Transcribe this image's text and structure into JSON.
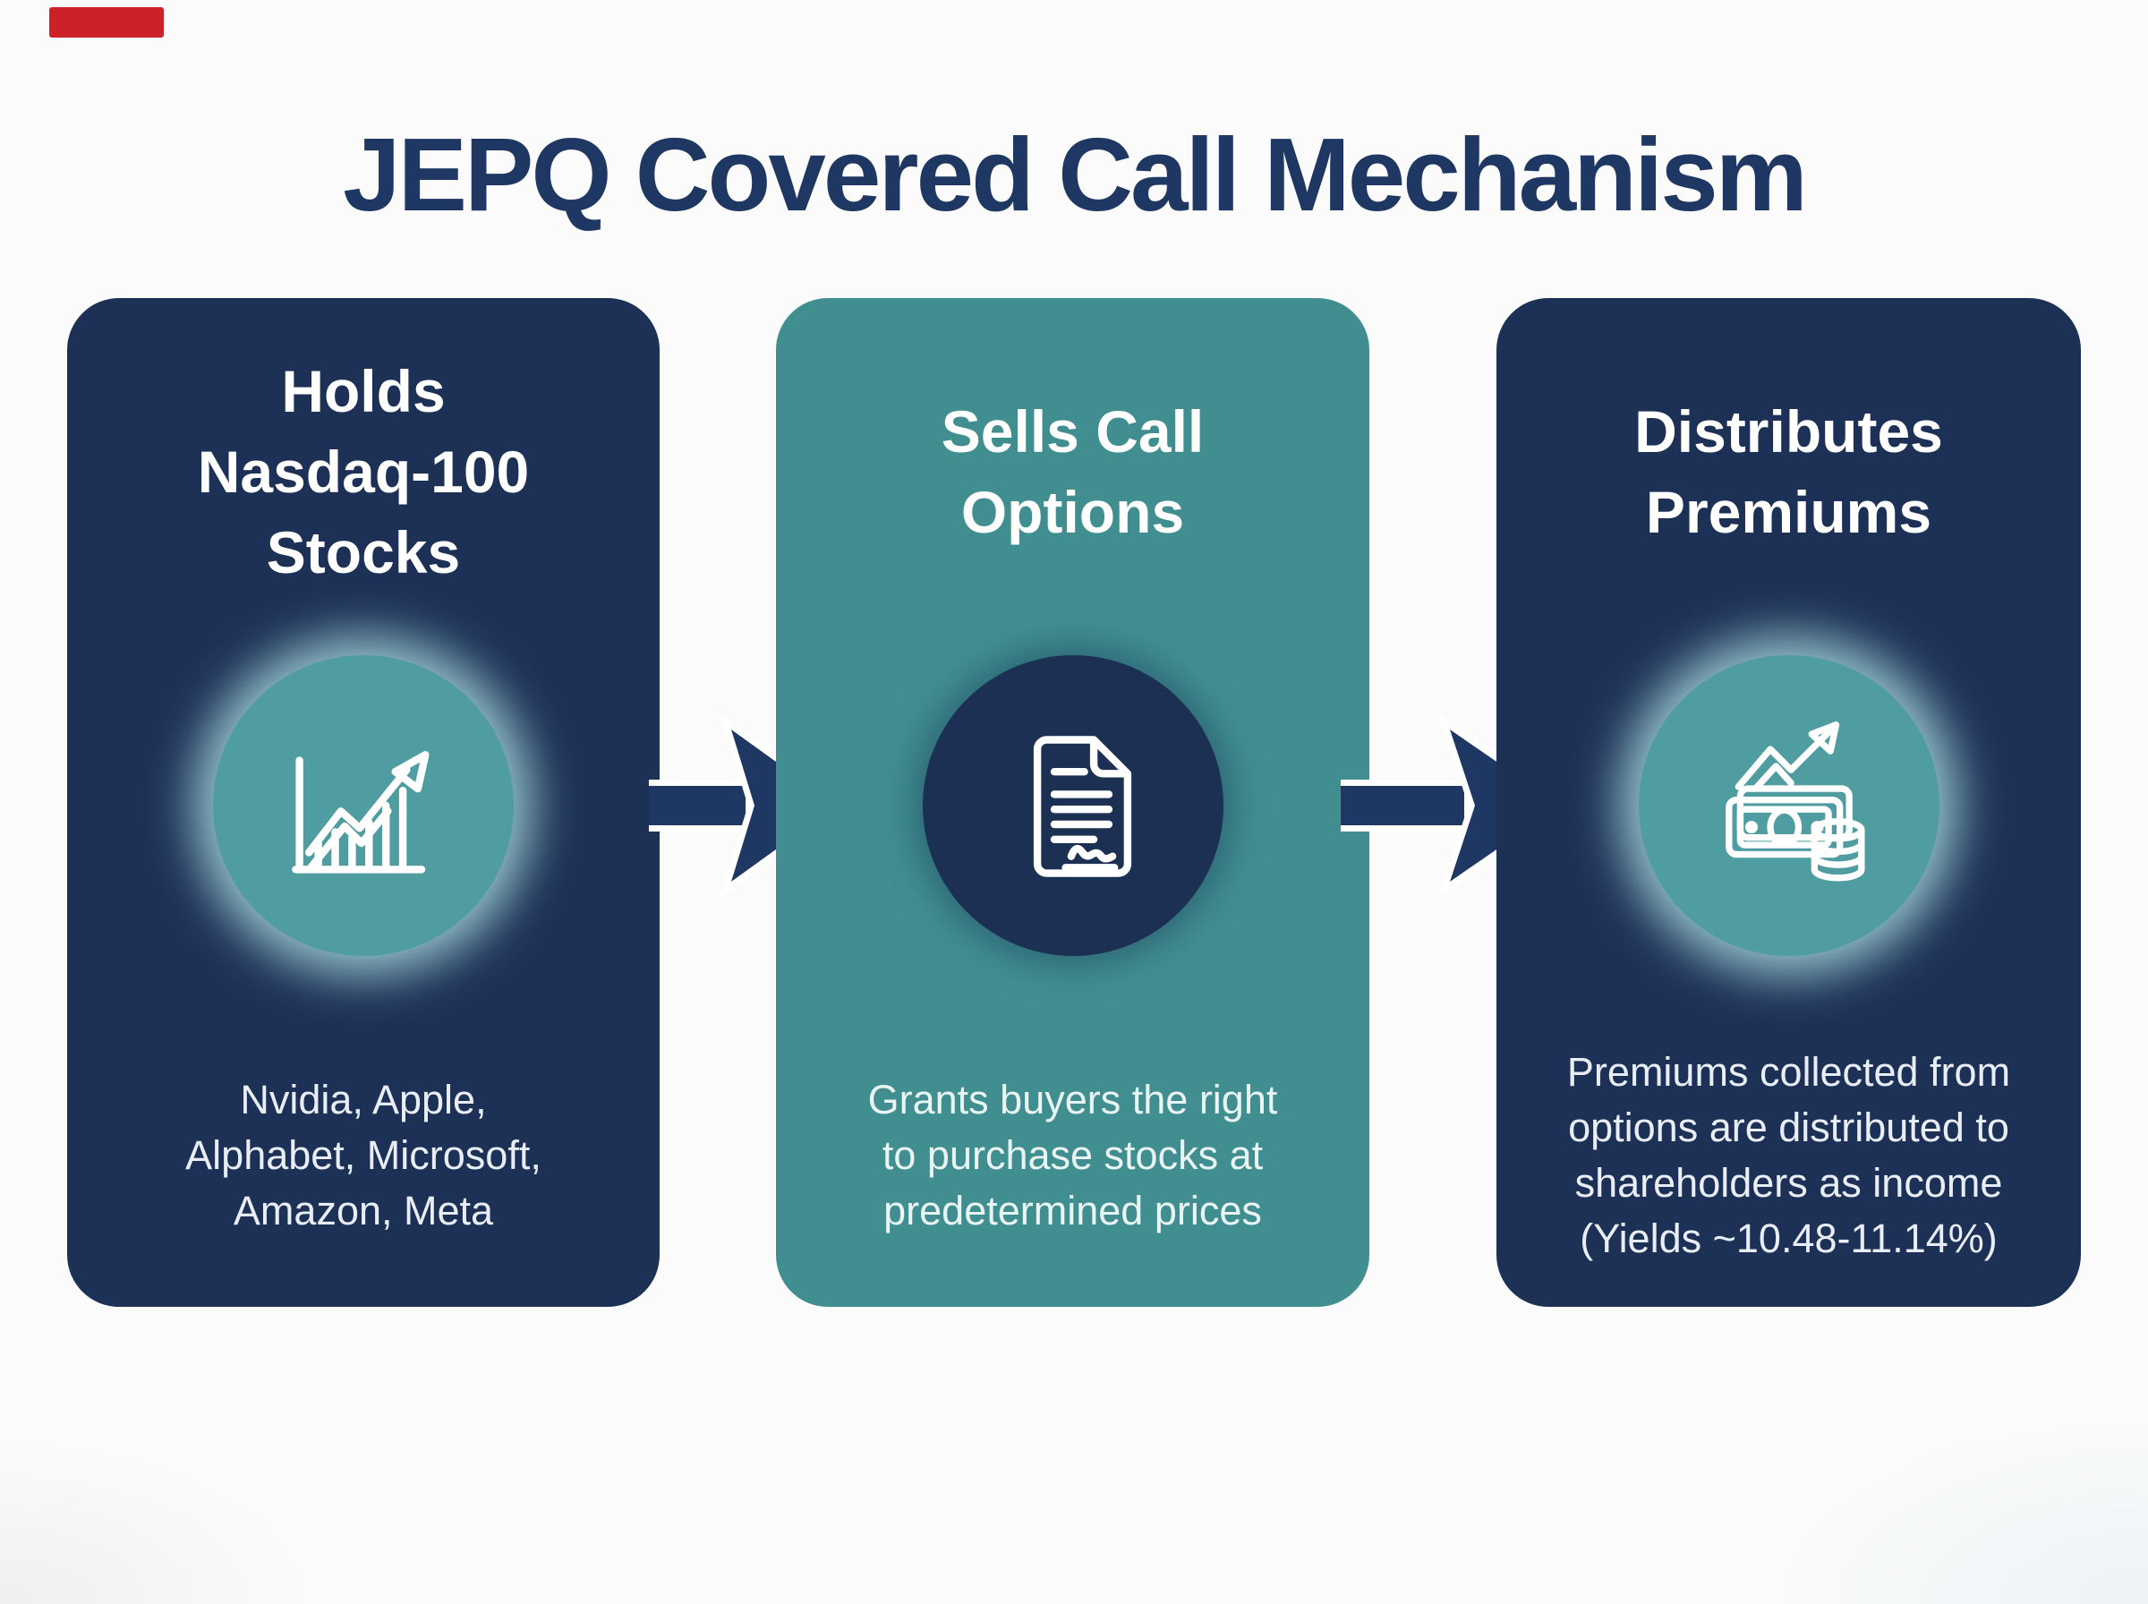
{
  "title": "JEPQ Covered Call Mechanism",
  "colors": {
    "background": "#fafbfa",
    "navy": "#1d3156",
    "teal": "#418e91",
    "teal_circle": "#4f9da1",
    "navy_circle": "#1c3053",
    "title_navy": "#1e3763",
    "arrow_navy": "#1e3763",
    "glow_teal": "#a8dbdd",
    "marker_red": "#cd2128",
    "body_text_on_navy": "#e9eef6",
    "body_text_on_teal": "#e9f5f3",
    "header_text": "#ffffff"
  },
  "cards": [
    {
      "theme": "navy",
      "icon": "line-chart-growth-icon",
      "title_lines": [
        "Holds",
        "Nasdaq-100",
        "Stocks"
      ],
      "body_lines": [
        "Nvidia, Apple,",
        "Alphabet, Microsoft,",
        "Amazon, Meta"
      ]
    },
    {
      "theme": "teal",
      "icon": "contract-document-icon",
      "title_lines": [
        "Sells Call",
        "Options"
      ],
      "body_lines": [
        "Grants buyers the right",
        "to purchase stocks at",
        "predetermined prices"
      ]
    },
    {
      "theme": "navy",
      "icon": "cash-coins-growth-icon",
      "title_lines": [
        "Distributes",
        "Premiums"
      ],
      "body_lines": [
        "Premiums collected from",
        "options are distributed to",
        "shareholders as income",
        "(Yields ~10.48-11.14%)"
      ]
    }
  ],
  "arrows": [
    {
      "direction": "right"
    },
    {
      "direction": "right"
    }
  ]
}
